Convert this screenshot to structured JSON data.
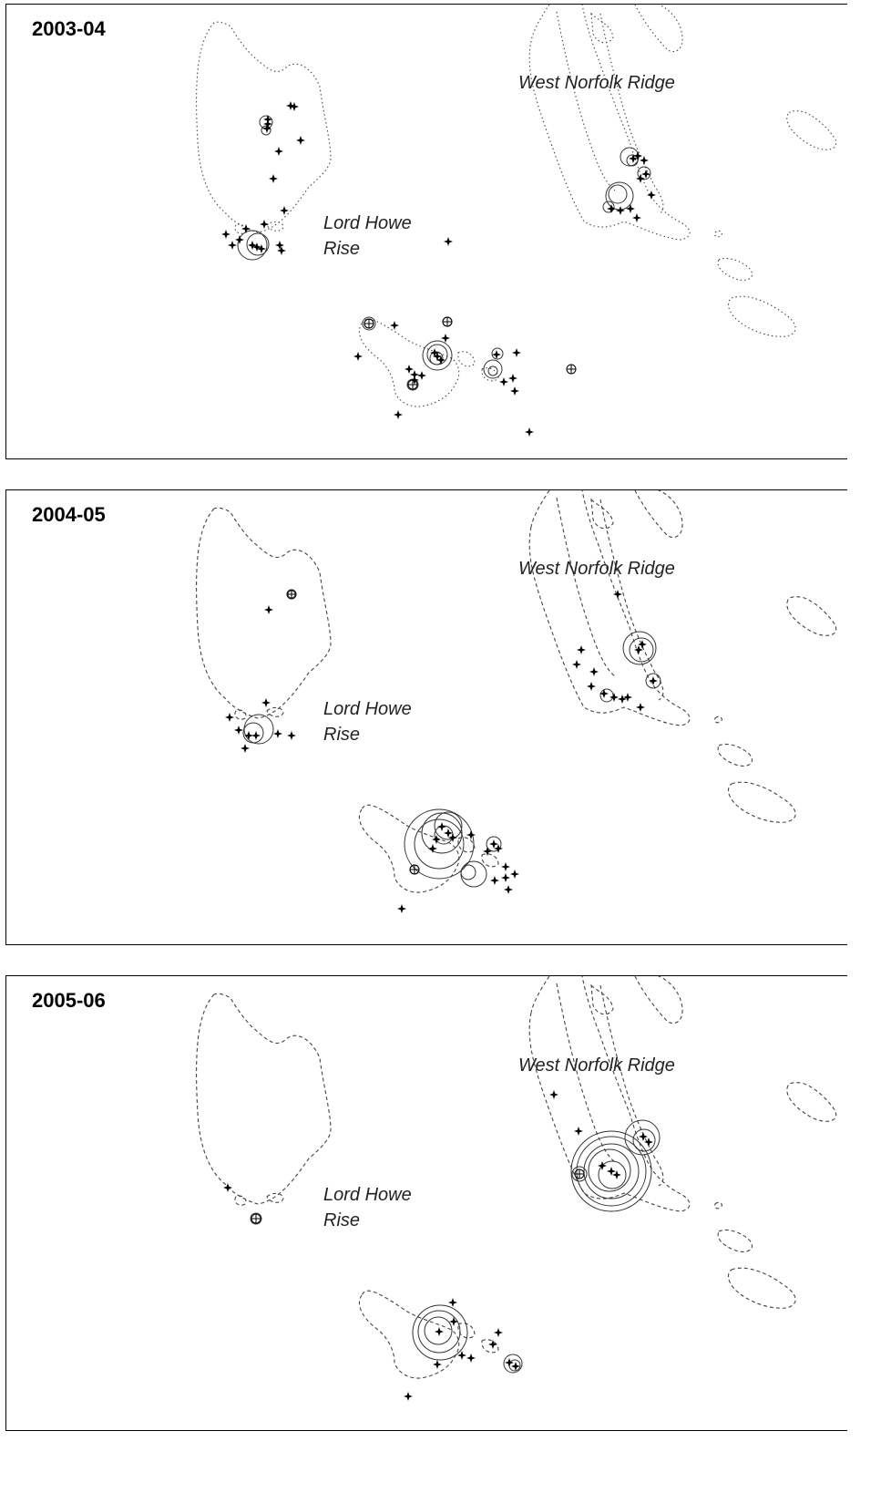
{
  "panels": [
    {
      "year": "2003-04",
      "style": "dotted"
    },
    {
      "year": "2004-05",
      "style": "dashed"
    },
    {
      "year": "2005-06",
      "style": "dashed"
    }
  ],
  "labels": {
    "lord_howe_line1": "Lord Howe",
    "lord_howe_line2": "Rise",
    "west_norfolk": "West Norfolk Ridge"
  },
  "colors": {
    "contour": "#444444",
    "marker": "#000000",
    "circle": "#333333"
  }
}
